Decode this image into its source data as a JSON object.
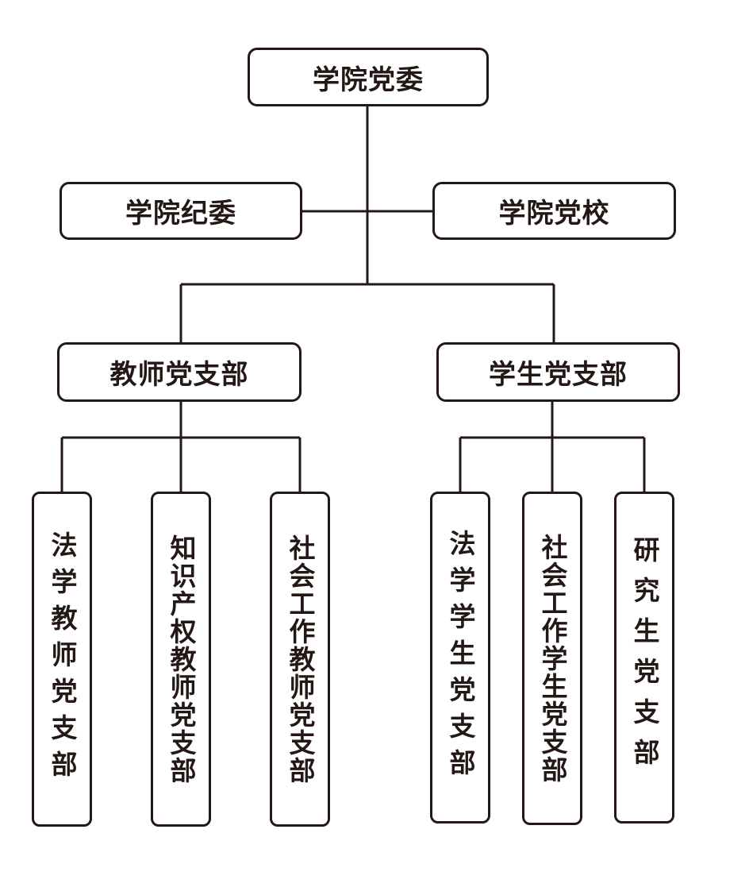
{
  "org_chart": {
    "root": "学院党委",
    "side_left": "学院纪委",
    "side_right": "学院党校",
    "teacher_branch": "教师党支部",
    "student_branch": "学生党支部",
    "teacher_children": [
      "法学教师党支部",
      "知识产权教师党支部",
      "社会工作教师党支部"
    ],
    "student_children": [
      "法学学生党支部",
      "社会工作学生党支部",
      "研究生党支部"
    ]
  },
  "colors": {
    "line": "#231815",
    "box_fill": "#ffffff",
    "text": "#231815"
  }
}
